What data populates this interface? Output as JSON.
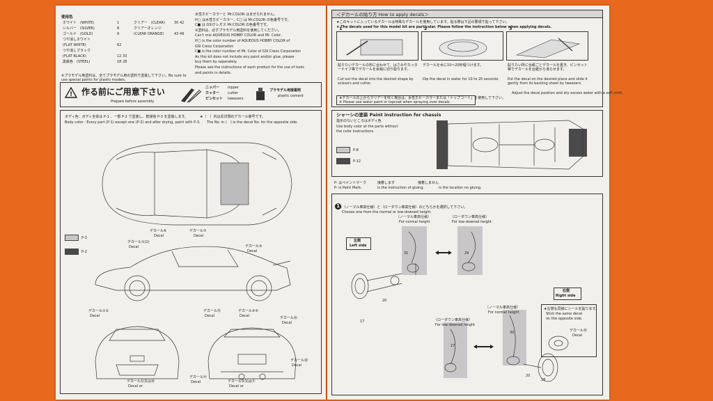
{
  "left_page": {
    "color_list_title": "使用色",
    "colors": [
      {
        "label": "ホワイト　(WHITE)",
        "code": "1"
      },
      {
        "label": "シルバー　(SILVER)",
        "code": "8"
      },
      {
        "label": "ゴールド　(GOLD)",
        "code": "9"
      },
      {
        "label": "つや消しホワイト",
        "code": ""
      },
      {
        "label": "(FLAT WHITE)",
        "code": "62"
      },
      {
        "label": "つや消しブラック",
        "code": ""
      },
      {
        "label": "(FLAT BLACK)",
        "code": "12 33"
      },
      {
        "label": "黒鉄色　(STEEL)",
        "code": "18 28"
      }
    ],
    "colors_right": [
      {
        "label": "クリアー　(CLEAR)",
        "code": "30 42"
      },
      {
        "label": "クリアーオレンジ",
        "code": ""
      },
      {
        "label": "(CLEAR ORANGE)",
        "code": "43 49"
      }
    ],
    "color_note": "※プラモデル用塗料は、全てプラモデル用の塗料で塗装して下さい。Be sure to use special paints for plastic models.",
    "paint_notes": [
      "水性ホビーカラーと Mr.COLOR はまぜられません。",
      "H□ は水性ホビーカラー、C□ は Mr.COLOR の色番号です。",
      "C■ は GSIクレオス Mr.COLOR の色番号です。",
      "※塗料は、必ずプラモデル用塗料を使用してください。",
      "Can't mix AQUEOUS HOBBY COLOR and Mr. Color.",
      "H□ is the color number of AQUEOUS HOBBY COLOR of",
      "GSI Creos Corporation",
      "C■ is the color number of Mr. Color of GSI Creos Corporation",
      "As this kit does not include any paint and/or glue, please",
      "buy them by separately.",
      "Please see the instructions of each product for the use of tools",
      "and paints in details."
    ],
    "prep_title": "作る前にご用意下さい",
    "prep_subtitle": "Prepare before assembly",
    "tools": [
      {
        "ja": "ニッパー",
        "en": "nipper"
      },
      {
        "ja": "カッター",
        "en": "cutter"
      },
      {
        "ja": "ピンセット",
        "en": "tweezers"
      }
    ],
    "cement": {
      "ja": "プラモデル用接着剤",
      "en": "plastic cement"
    },
    "body_color_ja": "ボディ色：ボディ全体は P-1 、一部 P-2 で塗装し、乾燥後 P-3 を塗装します。",
    "body_color_en": "Body color : Every part (P-1) except one (P-2) and after drying, paint with P-3.",
    "decal_note_ja": "★（　）内は反対側のデカール番号です。",
    "decal_note_en": "The No. in (　) is the decal No. for the opposite side.",
    "swatch_labels": [
      "P-3",
      "P-2"
    ],
    "decal_labels": [
      {
        "text": "デカール⑥",
        "sub": "Decal"
      },
      {
        "text": "デカール⑦",
        "sub": "Decal"
      },
      {
        "text": "デカール①(2)",
        "sub": "Decal"
      },
      {
        "text": "デカール⑤",
        "sub": "Decal"
      },
      {
        "text": "デカール①③",
        "sub": "Decal"
      },
      {
        "text": "デカール④⑤",
        "sub": "Decal"
      },
      {
        "text": "デカール⑮",
        "sub": "Decal"
      },
      {
        "text": "デカール⑯",
        "sub": "Decal"
      },
      {
        "text": "デカール⑳",
        "sub": "Decal"
      },
      {
        "text": "デカール⑫又は⑱",
        "sub": "Decal or"
      },
      {
        "text": "デカール⑭",
        "sub": "Decal"
      },
      {
        "text": "デカール⑩又は⑪",
        "sub": "Decal or"
      }
    ]
  },
  "right_page": {
    "decal_header": "＜デカールの貼り方 How to apply decals＞",
    "decal_intro_ja": "★このキットに入っているデカールは特殊なデカールを使用しています。貼る際は下記の要領で貼って下さい。",
    "decal_intro_en": "★ The decals used for this model kit are particular. Please follow the instruction below when applying decals.",
    "steps": [
      {
        "num": "1",
        "ja": "貼りたいデカールの形に合わせて、はさみやカッターナイフ等でデカールを余裕に切り取ります。",
        "en": "Cut out the decal into the desired shape by scissors and cutter."
      },
      {
        "num": "2",
        "ja": "デカールを水に10〜20秒程つけます。",
        "en": "Dip the decal in water for 10 to 20 seconds."
      },
      {
        "num": "3",
        "ja": "貼りたい所に台紙ごとデカールを置き、ピンセット等でデカールを台紙から滑らせます。",
        "en": "Put the decal on the desired place and slide it gently from its backing sheet by tweezers."
      }
    ],
    "step3_extra_en": "Adjust the decal position and dry excess water with a soft cloth.",
    "decal_warning_ja": "★デカールの上からクリアーを吹く場合は、水性ホビーカラーまたは「トップコート」を使用して下さい。",
    "decal_warning_en": "※ Please use water paint or topcoat when spraying over decals.",
    "chassis_title": "シャーシの塗装 Paint instruction for chassis",
    "chassis_ja": "指示のないところはボディ色",
    "chassis_en": [
      "Use body color at the parts without",
      "the color instructions."
    ],
    "chassis_swatches": [
      "P-8",
      "P-12"
    ],
    "legend": [
      "P- はペイントマーク",
      "接着します",
      "接着しません",
      "P- is Paint Mark.",
      "is the instruction of gluing.",
      "is the location no gluing."
    ],
    "step1_num": "1",
    "step1_choice_ja": "★（ノーマル車高仕様）と（ローダウン車高仕様）のどちらかを選択して下さい。",
    "step1_choice_en": "Choose one from the normal or low-downed height.",
    "left_side": {
      "ja": "左側",
      "en": "Left side"
    },
    "right_side": {
      "ja": "右側",
      "en": "Right side"
    },
    "normal_ja": "（ノーマル車高仕様）",
    "normal_en": "For normal height",
    "lowdown_ja": "（ローダウン車高仕様）",
    "lowdown_en": "For low-downed height",
    "part_numbers": [
      "31",
      "29",
      "20",
      "17",
      "27",
      "30",
      "20",
      "18"
    ],
    "opposite_note": [
      "★左側も同様にシールを貼ります。",
      "Stick the same decal",
      "on the opposite side."
    ],
    "decal_small": {
      "text": "デカール⑲",
      "sub": "Decal"
    }
  },
  "colors": {
    "background": "#e8681e",
    "paper": "#f1f0ec",
    "swatch_light": "#c9c6c8",
    "swatch_dark": "#4a4a4a"
  }
}
